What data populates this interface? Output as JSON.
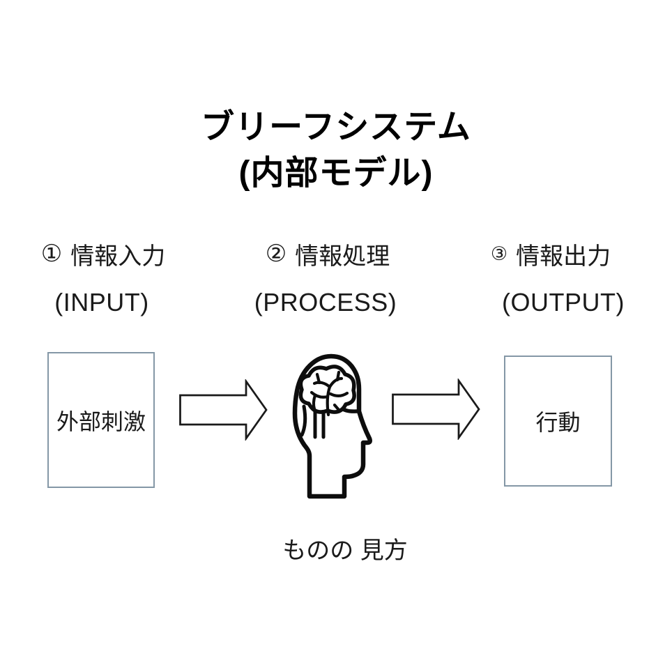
{
  "title": {
    "line1": "ブリーフシステム",
    "line2": "(内部モデル)"
  },
  "steps": [
    {
      "number": "①",
      "label": "情報入力",
      "sublabel": "(INPUT)"
    },
    {
      "number": "②",
      "label": "情報処理",
      "sublabel": "(PROCESS)"
    },
    {
      "number": "③",
      "label": "情報出力",
      "sublabel": "(OUTPUT)"
    }
  ],
  "flow": {
    "input_box_label": "外部刺激",
    "process_icon": "head-brain-icon",
    "process_caption": "ものの 見方",
    "output_box_label": "行動"
  },
  "colors": {
    "background": "#ffffff",
    "box_border": "#8497a6",
    "text": "#1a1a1a",
    "line_art": "#0d0d0d"
  }
}
